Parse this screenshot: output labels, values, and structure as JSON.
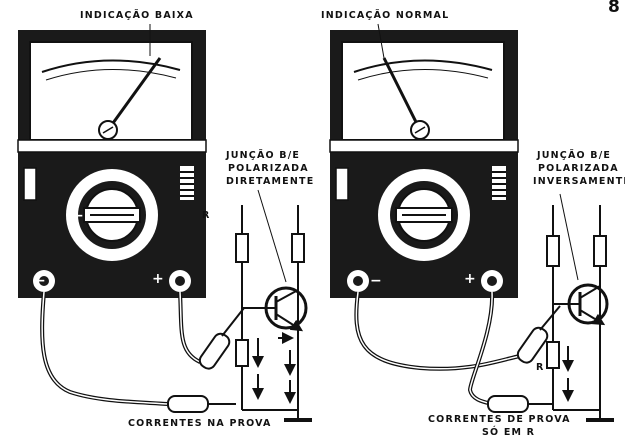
{
  "page_number": "8",
  "left": {
    "meter_caption": "INDICAÇÃO BAIXA",
    "junction_line1": "JUNÇÃO B/E",
    "junction_line2": "POLARIZADA",
    "junction_line3": "DIRETAMENTE",
    "resistor_label": "R",
    "bottom_caption": "CORRENTES NA PROVA",
    "terminal_minus": "−",
    "terminal_plus": "+"
  },
  "right": {
    "meter_caption": "INDICAÇÃO NORMAL",
    "junction_line1": "JUNÇÃO B/E",
    "junction_line2": "POLARIZADA",
    "junction_line3": "INVERSAMENTE",
    "resistor_label": "R",
    "bottom_caption_line1": "CORRENTES DE PROVA",
    "bottom_caption_line2": "SÓ EM R",
    "terminal_minus": "−",
    "terminal_plus": "+"
  },
  "colors": {
    "ink": "#111111",
    "paper": "#ffffff",
    "panel": "#1a1a1a"
  }
}
